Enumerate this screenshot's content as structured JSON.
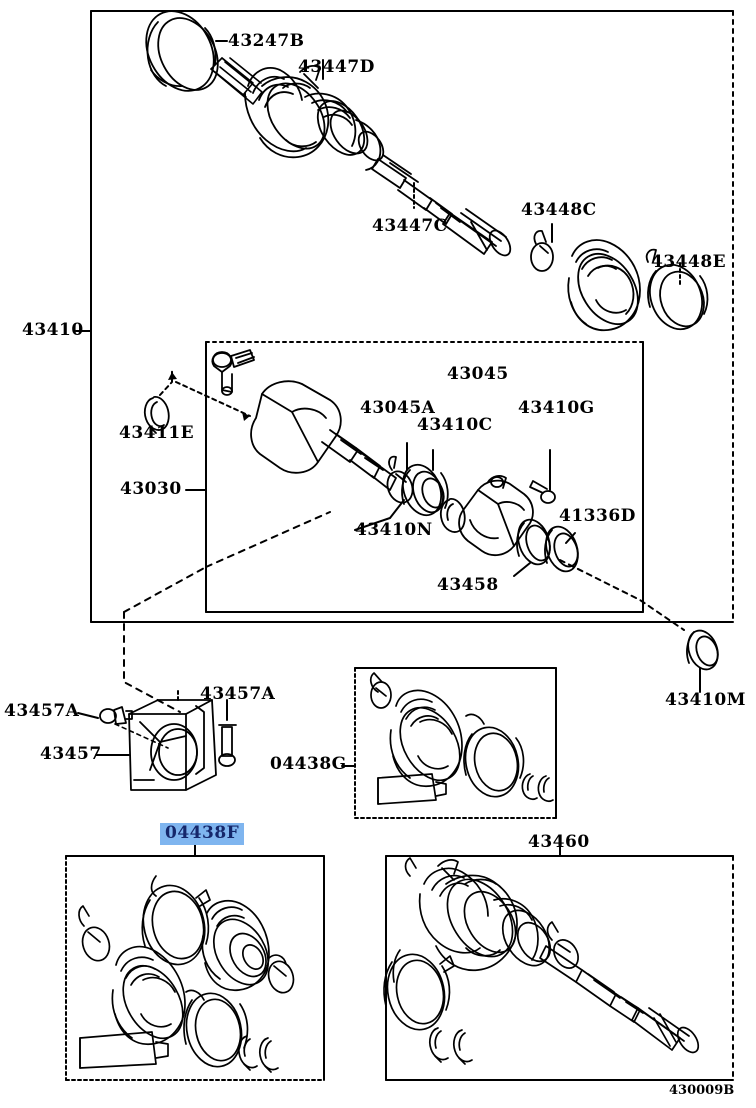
{
  "diagram": {
    "footer_code": "430009B",
    "highlight_color": "#7FB5EF",
    "highlight_text_color": "#15276B",
    "line_color": "#000000",
    "background_color": "#FFFFFF"
  },
  "labels": {
    "l43247b": "43247B",
    "l43447d": "43447D",
    "l43447c": "43447C",
    "l43448c": "43448C",
    "l43448e": "43448E",
    "l43410": "43410",
    "l43411e": "43411E",
    "l43030": "43030",
    "l43045": "43045",
    "l43045a": "43045A",
    "l43410c": "43410C",
    "l43410g": "43410G",
    "l43410n": "43410N",
    "l41336d": "41336D",
    "l43458": "43458",
    "l43410m": "43410M",
    "l43457a_left": "43457A",
    "l43457a_right": "43457A",
    "l43457": "43457",
    "l04438g": "04438G",
    "l04438f": "04438F",
    "l43460": "43460"
  },
  "assemblies": [
    {
      "code": "43410",
      "name": "front-drive-shaft-assembly",
      "box": "solid",
      "contains": [
        "43247B",
        "43447D",
        "43447C",
        "43448C",
        "43448E",
        "43030",
        "43410M"
      ]
    },
    {
      "code": "43030",
      "name": "inboard-joint-assembly",
      "box": "dotted",
      "contains": [
        "43411E",
        "43045",
        "43045A",
        "43410C",
        "43410G",
        "43410N",
        "41336D",
        "43458"
      ]
    },
    {
      "code": "43045",
      "name": "bearing-bracket-group",
      "box": "bracket",
      "contains": [
        "43045A",
        "43410C",
        "43410G"
      ]
    },
    {
      "code": "04438G",
      "name": "inboard-boot-kit",
      "box": "dotted",
      "contains": [
        "boot",
        "clamp",
        "grease-tube",
        "snap-ring"
      ]
    },
    {
      "code": "04438F",
      "name": "outboard-boot-kit",
      "box": "solid",
      "highlighted": true,
      "contains": [
        "boot",
        "boot",
        "clamp",
        "clamp",
        "band",
        "band",
        "grease-tube",
        "snap-ring",
        "snap-ring"
      ]
    },
    {
      "code": "43460",
      "name": "front-drive-shaft-sub-assembly",
      "box": "solid",
      "contains": [
        "shaft",
        "joint",
        "band",
        "snap-ring",
        "snap-ring"
      ]
    }
  ]
}
